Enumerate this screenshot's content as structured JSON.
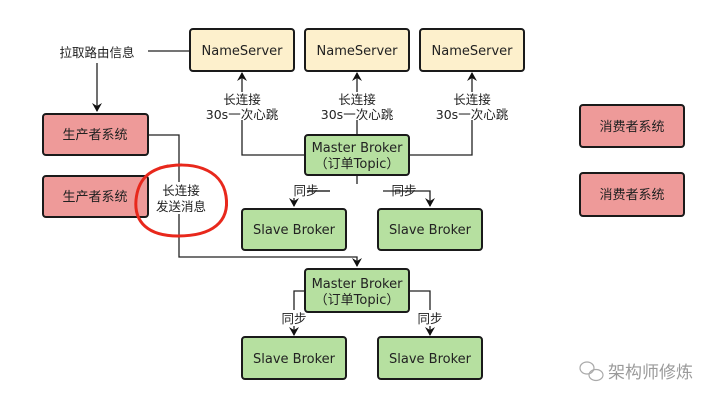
{
  "colors": {
    "nameserver_fill": "#fdf0cc",
    "producer_fill": "#ee9a99",
    "broker_fill": "#b6e0a0",
    "annotation_circle": "#e8281c",
    "border": "#1a1a1a"
  },
  "nameservers": [
    {
      "label": "NameServer"
    },
    {
      "label": "NameServer"
    },
    {
      "label": "NameServer"
    }
  ],
  "heartbeat": {
    "line1": "长连接",
    "line2": "30s一次心跳"
  },
  "route_label": "拉取路由信息",
  "producers": [
    {
      "label": "生产者系统"
    },
    {
      "label": "生产者系统"
    }
  ],
  "consumers": [
    {
      "label": "消费者系统"
    },
    {
      "label": "消费者系统"
    }
  ],
  "send_label": {
    "line1": "长连接",
    "line2": "发送消息"
  },
  "brokers": [
    {
      "master": {
        "line1": "Master Broker",
        "line2": "（订单Topic）"
      },
      "sync_label": "同步",
      "slaves": [
        {
          "label": "Slave Broker"
        },
        {
          "label": "Slave Broker"
        }
      ]
    },
    {
      "master": {
        "line1": "Master Broker",
        "line2": "（订单Topic）"
      },
      "sync_label": "同步",
      "slaves": [
        {
          "label": "Slave Broker"
        },
        {
          "label": "Slave Broker"
        }
      ]
    }
  ],
  "watermark": {
    "icon": "wechat-icon",
    "text": "架构师修炼"
  }
}
